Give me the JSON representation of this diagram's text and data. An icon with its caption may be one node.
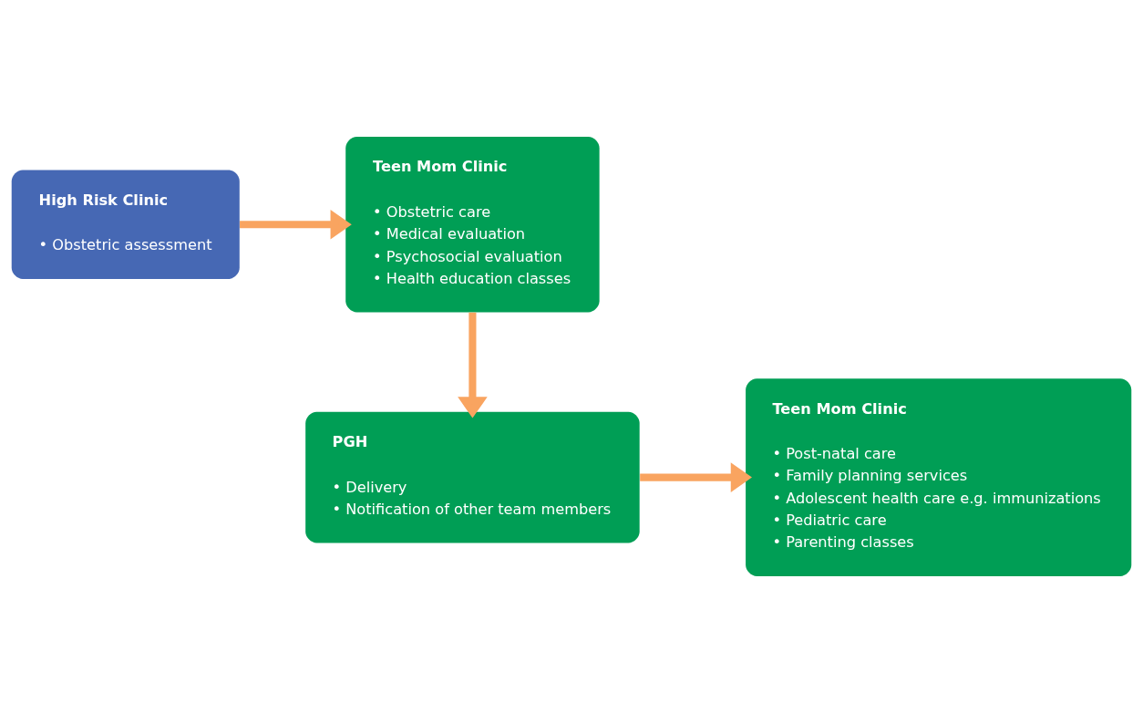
{
  "diagram": {
    "nodes": [
      {
        "text": [
          "High Risk Clinic",
          "• Obstetric assessment"
        ]
      },
      {
        "text": [
          "Teen Mom Clinic",
          "• Obstetric care",
          "• Medical evaluation",
          "• Psychosocial evaluation",
          "• Health education classes"
        ]
      },
      {
        "text": [
          "PGH",
          "• Delivery",
          "• Notification of other team members"
        ]
      },
      {
        "text": [
          "Teen Mom Clinic",
          "• Post-natal care",
          "• Family planning services",
          "• Adolescent health care e.g. immunizations",
          "• Pediatric care",
          "• Parenting classes"
        ]
      }
    ],
    "edges": [
      {
        "from": 0,
        "to": 1,
        "arrow": "to"
      },
      {
        "from": 1,
        "to": 2,
        "arrow": "to"
      },
      {
        "from": 2,
        "to": 3,
        "arrow": "to"
      }
    ]
  }
}
